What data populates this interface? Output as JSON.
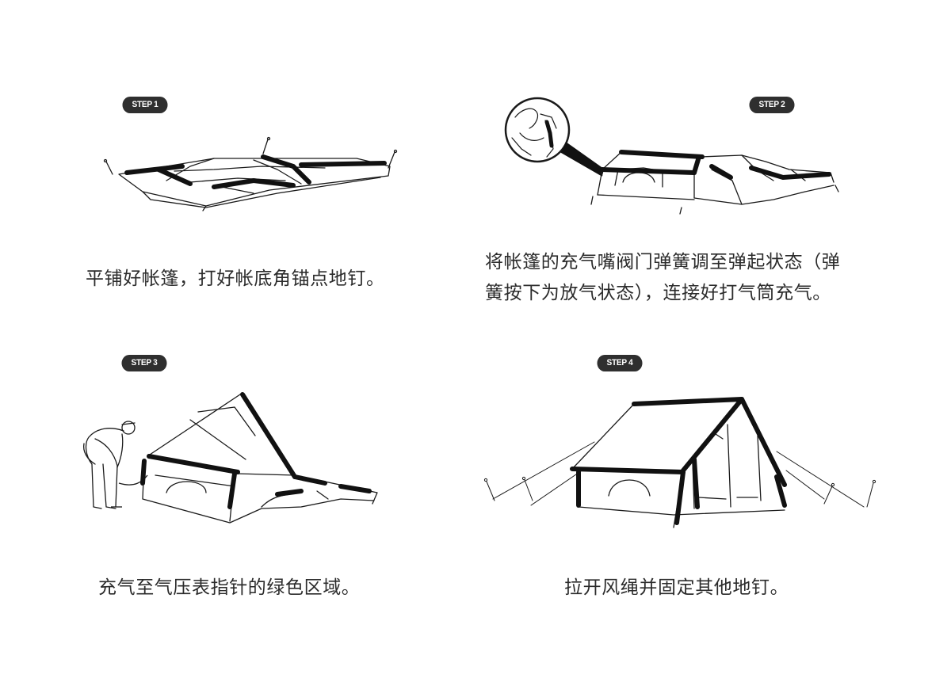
{
  "steps": [
    {
      "badge": "STEP 1",
      "caption": "平铺好帐篷，打好帐底角锚点地钉。"
    },
    {
      "badge": "STEP 2",
      "caption_line1": "将帐篷的充气嘴阀门弹簧调至弹起状态（弹",
      "caption_line2": "簧按下为放气状态），连接好打气筒充气。"
    },
    {
      "badge": "STEP 3",
      "caption": "充气至气压表指针的绿色区域。"
    },
    {
      "badge": "STEP 4",
      "caption": "拉开风绳并固定其他地钉。"
    }
  ],
  "colors": {
    "badge_bg": "#2f2f2f",
    "badge_text": "#ffffff",
    "line_art": "#1a1a1a",
    "caption_text": "#2b2b2b"
  },
  "illustrations": [
    "flat-tent",
    "inflating-tent-with-valve-detail",
    "person-pumping-tent",
    "pitched-tent-with-guylines"
  ]
}
